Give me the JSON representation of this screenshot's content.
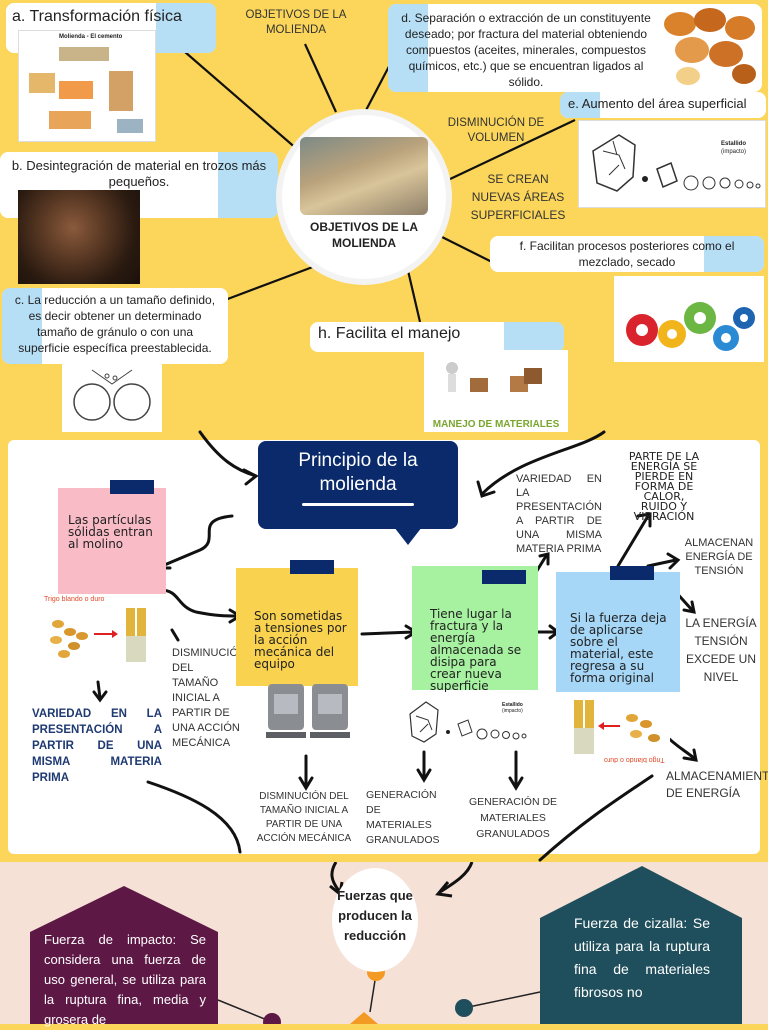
{
  "section1": {
    "a_title": "a. Transformación física",
    "a_image_label": "Molienda - El cemento",
    "objetivos_top": "OBJETIVOS DE LA MOLIENDA",
    "d_text": "d. Separación o extracción de un constituyente deseado; por fractura del material obteniendo compuestos (aceites, minerales, compuestos químicos, etc.) que se encuentran ligados al sólido.",
    "e_text": "e. Aumento del área superficial",
    "e_image_label1": "Estallido",
    "e_image_label2": "(impacto)",
    "disminucion": "DISMINUCIÓN DE VOLUMEN",
    "b_text": "b. Desintegración de material en trozos más pequeños.",
    "center_label": "OBJETIVOS DE LA MOLIENDA",
    "se_crean": "SE CREAN NUEVAS ÁREAS SUPERFICIALES",
    "f_text": "f. Facilitan procesos posteriores como el mezclado, secado",
    "c_text": "c. La reducción a un tamaño definido, es decir obtener un determinado tamaño de gránulo o con una superficie específica preestablecida.",
    "h_text": "h. Facilita el manejo",
    "h_image_label": "MANEJO DE MATERIALES"
  },
  "section2": {
    "principio_title": "Principio de la molienda",
    "variedad_top": "VARIEDAD EN LA PRESENTACIÓN A PARTIR DE UNA MISMA MATERIA PRIMA",
    "energia_pierde": "PARTE DE LA ENERGÍA SE PIERDE EN FORMA DE CALOR, RUIDO Y VIBRACIÓN",
    "almacenan": "ALMACENAN ENERGÍA DE TENSIÓN",
    "energia_excede": "LA ENERGÍA TENSIÓN EXCEDE UN NIVEL",
    "particulas": "Las partículas sólidas entran al molino",
    "trigo_label": "Trigo blando o duro",
    "sometidas": "Son sometidas a tensiones por la acción mecánica del equipo",
    "fractura": "Tiene lugar la fractura y la energía almacenada se disipa para crear nueva superficie",
    "si_la_fuerza": "Si la fuerza deja de aplicarse sobre el material, este regresa a su forma original",
    "trigo_label_mirror": "Trigo blando o duro",
    "disminucion_mid": "DISMINUCIÓN DEL TAMAÑO INICIAL A PARTIR DE UNA ACCIÓN MECÁNICA",
    "variedad_left": "VARIEDAD EN LA PRESENTACIÓN A PARTIR DE UNA MISMA MATERIA PRIMA",
    "disminucion_bottom": "DISMINUCIÓN DEL TAMAÑO INICIAL A PARTIR DE UNA ACCIÓN MECÁNICA",
    "generacion1": "GENERACIÓN DE MATERIALES GRANULADOS",
    "generacion2": "GENERACIÓN DE MATERIALES GRANULADOS",
    "almacenamiento": "ALMACENAMIENTO DE ENERGÍA",
    "frag_label1": "Estallido",
    "frag_label2": "(impacto)"
  },
  "section3": {
    "fuerzas_title": "Fuerzas que producen la reducción",
    "impacto": "Fuerza de impacto: Se considera una fuerza de uso general, se utiliza para la ruptura fina, media y grosera de",
    "cizalla": "Fuerza de cizalla: Se utiliza para la ruptura fina de materiales fibrosos no"
  },
  "colors": {
    "yellow": "#fbd65a",
    "navy": "#0b2a6b",
    "light_blue": "#a9d8f3",
    "pink_note": "#f9bcc6",
    "green_note": "#a6f2a0",
    "blue_note": "#a7d7f7",
    "maroon": "#5e1845",
    "teal": "#1f4e5c",
    "orange": "#f39a24",
    "peach": "#f6e1d6"
  }
}
